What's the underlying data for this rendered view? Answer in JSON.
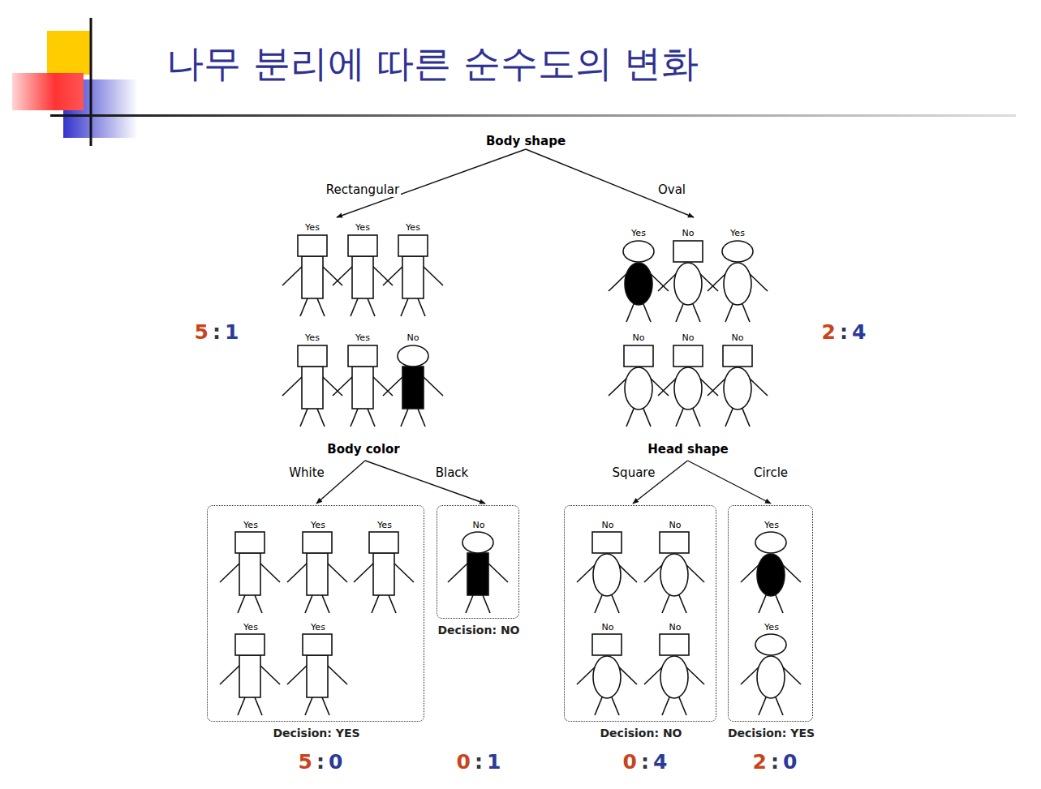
{
  "diagram": {
    "title": "나무 분리에 따른 순수도의 변화",
    "nodes": [
      {
        "text": [
          "Body shape"
        ]
      },
      {
        "text": [
          "Yes",
          "Yes",
          "Yes",
          "Yes",
          "Yes",
          "No",
          "Body color"
        ]
      },
      {
        "text": [
          "Yes",
          "No",
          "Yes",
          "No",
          "No",
          "No",
          "Head shape"
        ]
      },
      {
        "text": [
          "Yes",
          "Yes",
          "Yes",
          "Yes",
          "Yes",
          "Decision: YES"
        ]
      },
      {
        "text": [
          "No",
          "Decision: NO"
        ]
      },
      {
        "text": [
          "No",
          "No",
          "No",
          "No",
          "Decision: NO"
        ]
      },
      {
        "text": [
          "Yes",
          "Yes",
          "Decision: YES"
        ]
      }
    ],
    "edges": [
      {
        "from": 0,
        "to": 1,
        "label": "Rectangular",
        "arrow": "to"
      },
      {
        "from": 0,
        "to": 2,
        "label": "Oval",
        "arrow": "to"
      },
      {
        "from": 1,
        "to": 3,
        "label": "White",
        "arrow": "to"
      },
      {
        "from": 1,
        "to": 4,
        "label": "Black",
        "arrow": "to"
      },
      {
        "from": 2,
        "to": 5,
        "label": "Square",
        "arrow": "to"
      },
      {
        "from": 2,
        "to": 6,
        "label": "Circle",
        "arrow": "to"
      }
    ],
    "labels": [
      "5",
      ":",
      "1",
      "2",
      ":",
      "4",
      "5",
      ":",
      "0",
      "0",
      ":",
      "1",
      "0",
      ":",
      "4",
      "2",
      ":",
      "0"
    ]
  }
}
